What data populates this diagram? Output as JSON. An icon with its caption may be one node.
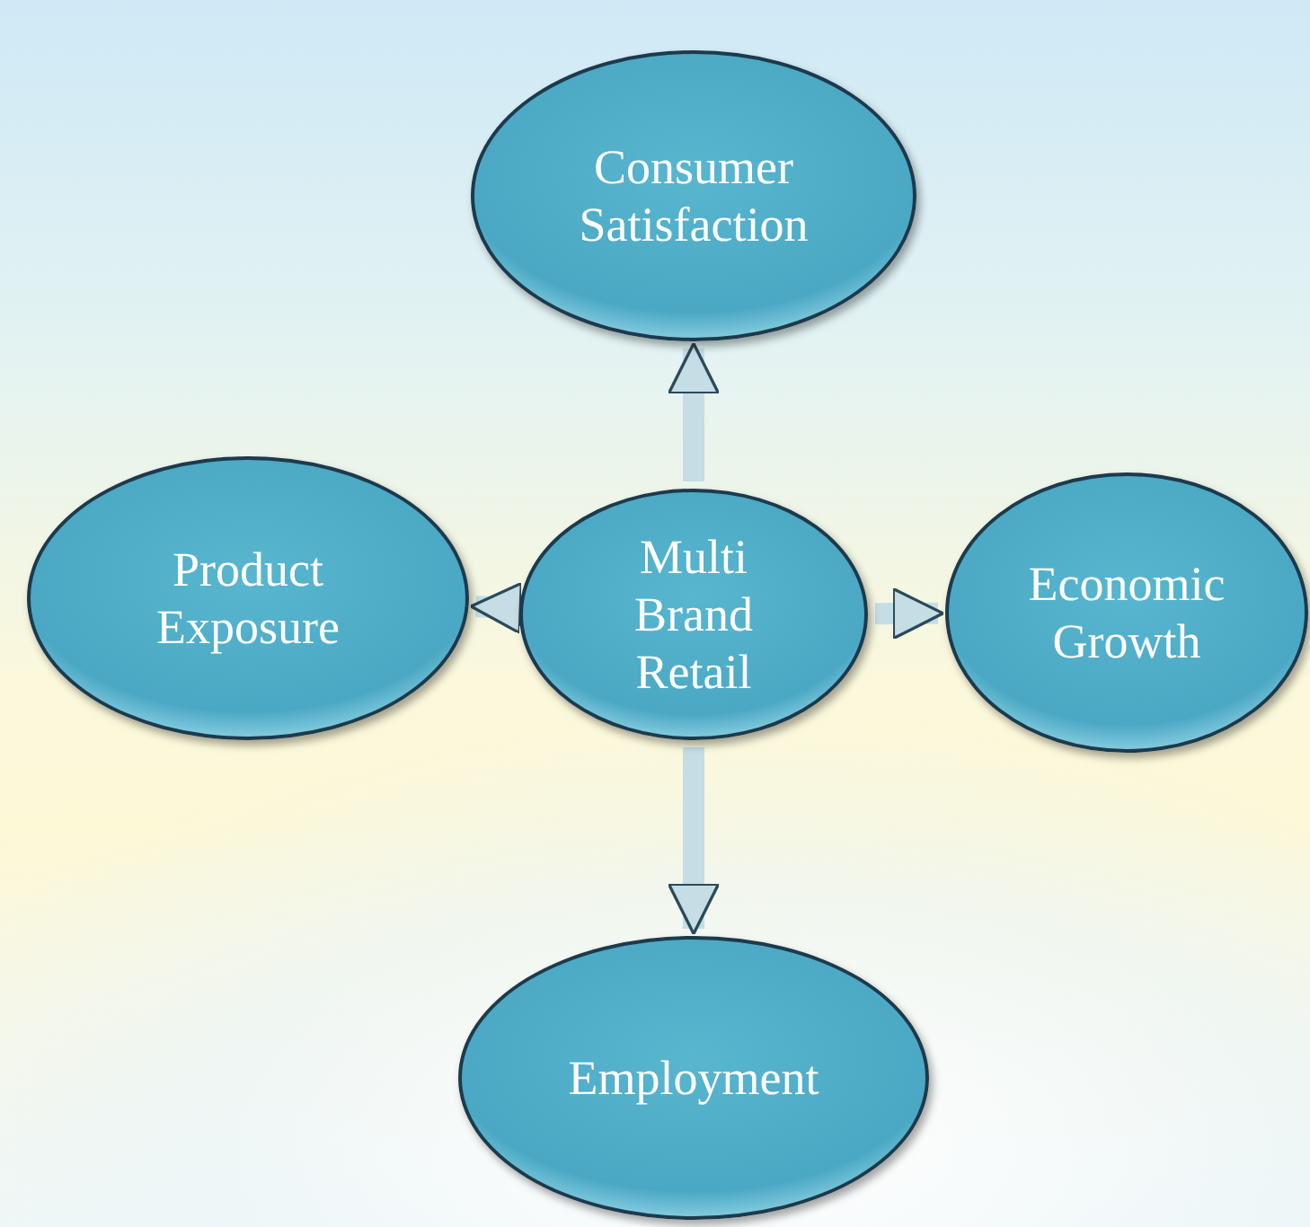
{
  "diagram": {
    "nodes": [
      {
        "text": [
          "Consumer Satisfaction"
        ]
      },
      {
        "text": [
          "Product Exposure"
        ]
      },
      {
        "text": [
          "Multi Brand Retail"
        ]
      },
      {
        "text": [
          "Economic Growth"
        ]
      },
      {
        "text": [
          "Employment"
        ]
      }
    ],
    "edges": [
      {
        "from": 2,
        "to": 0,
        "arrow": "to"
      },
      {
        "from": 2,
        "to": 1,
        "arrow": "to"
      },
      {
        "from": 2,
        "to": 3,
        "arrow": "to"
      },
      {
        "from": 2,
        "to": 4,
        "arrow": "to"
      }
    ]
  }
}
